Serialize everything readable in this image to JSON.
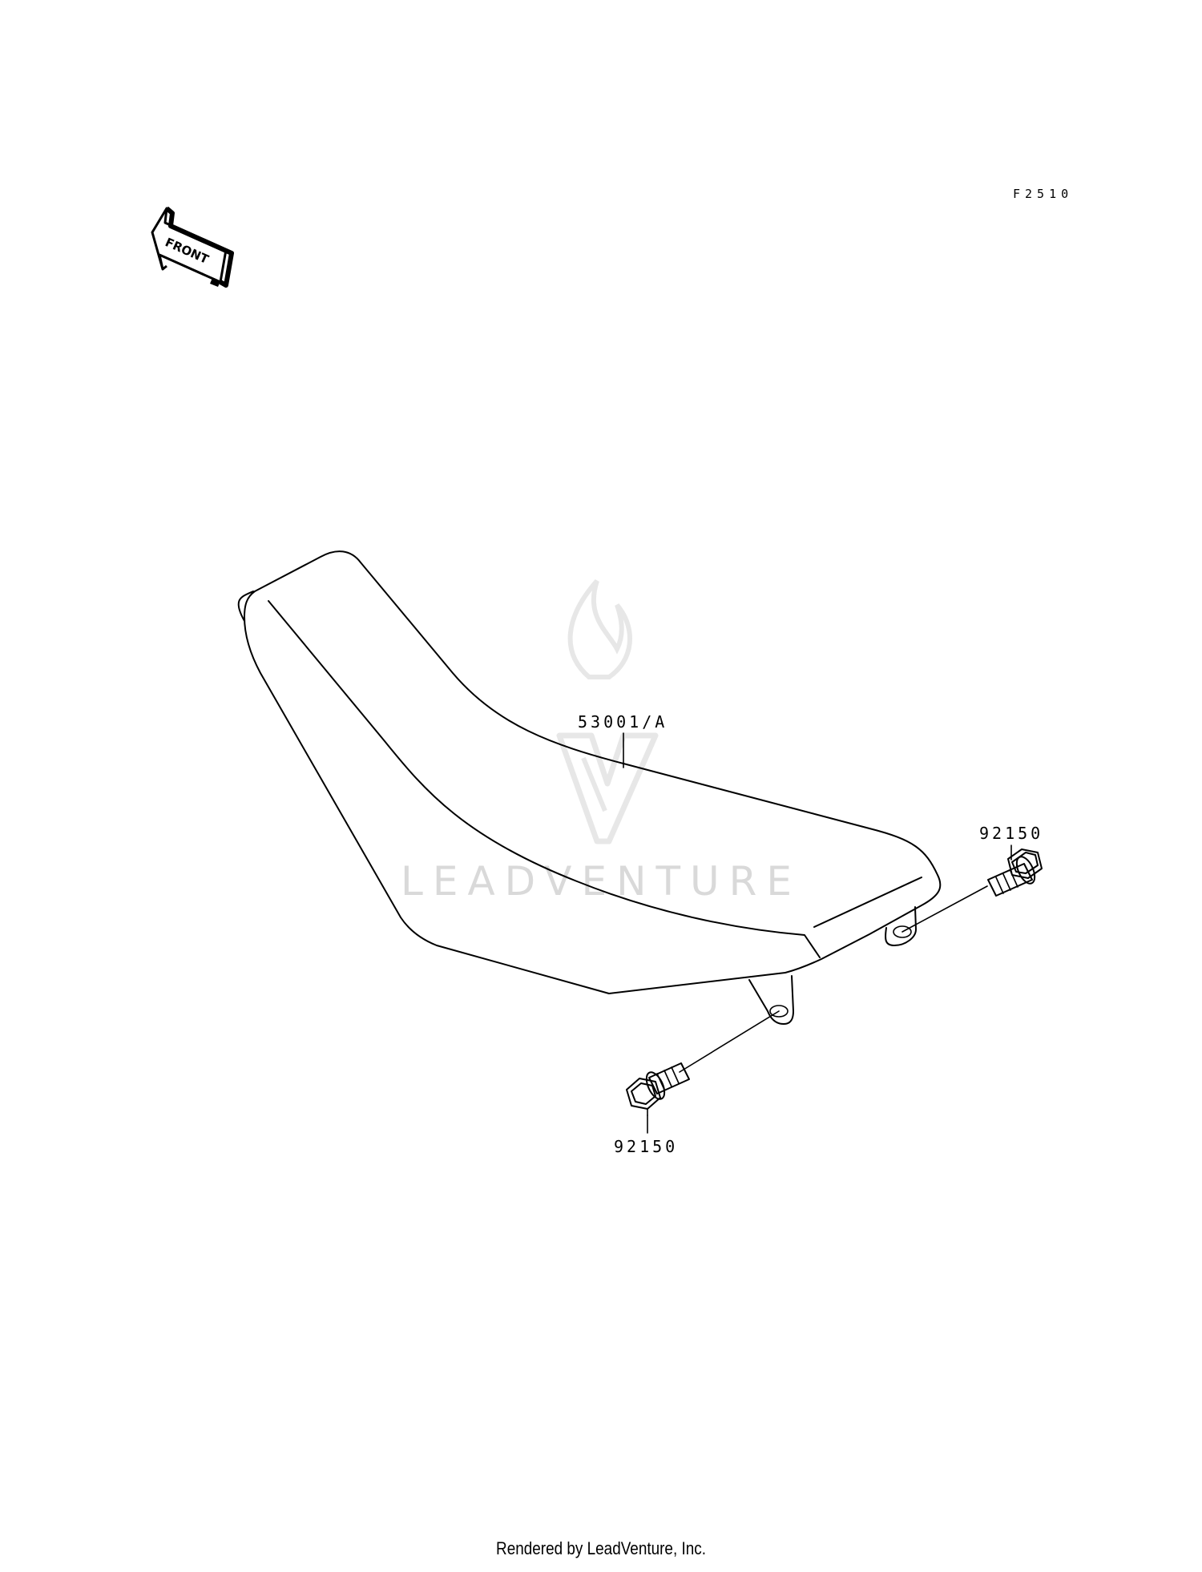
{
  "diagram": {
    "code": "F2510",
    "front_label": "FRONT",
    "watermark": "LEADVENTURE",
    "parts": {
      "seat": "53001/A",
      "bolt_right": "92150",
      "bolt_left": "92150"
    }
  },
  "footer": {
    "credit": "Rendered by LeadVenture, Inc."
  }
}
